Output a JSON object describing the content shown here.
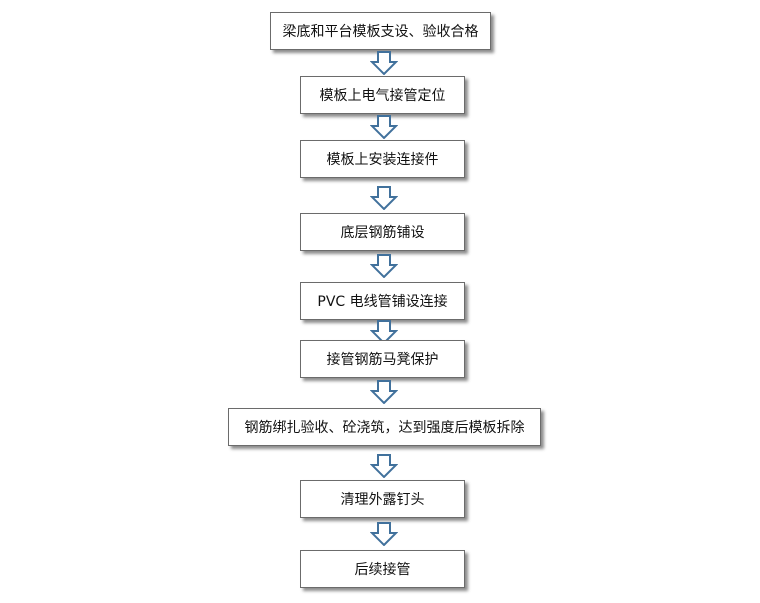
{
  "flowchart": {
    "steps": [
      "梁底和平台模板支设、验收合格",
      "模板上电气接管定位",
      "模板上安装连接件",
      "底层钢筋铺设",
      "PVC 电线管铺设连接",
      "接管钢筋马凳保护",
      "钢筋绑扎验收、砼浇筑，达到强度后模板拆除",
      "清理外露钉头",
      "后续接管"
    ],
    "colors": {
      "arrow": "#41719c",
      "border": "#6b6b6b",
      "text": "#111111"
    }
  }
}
